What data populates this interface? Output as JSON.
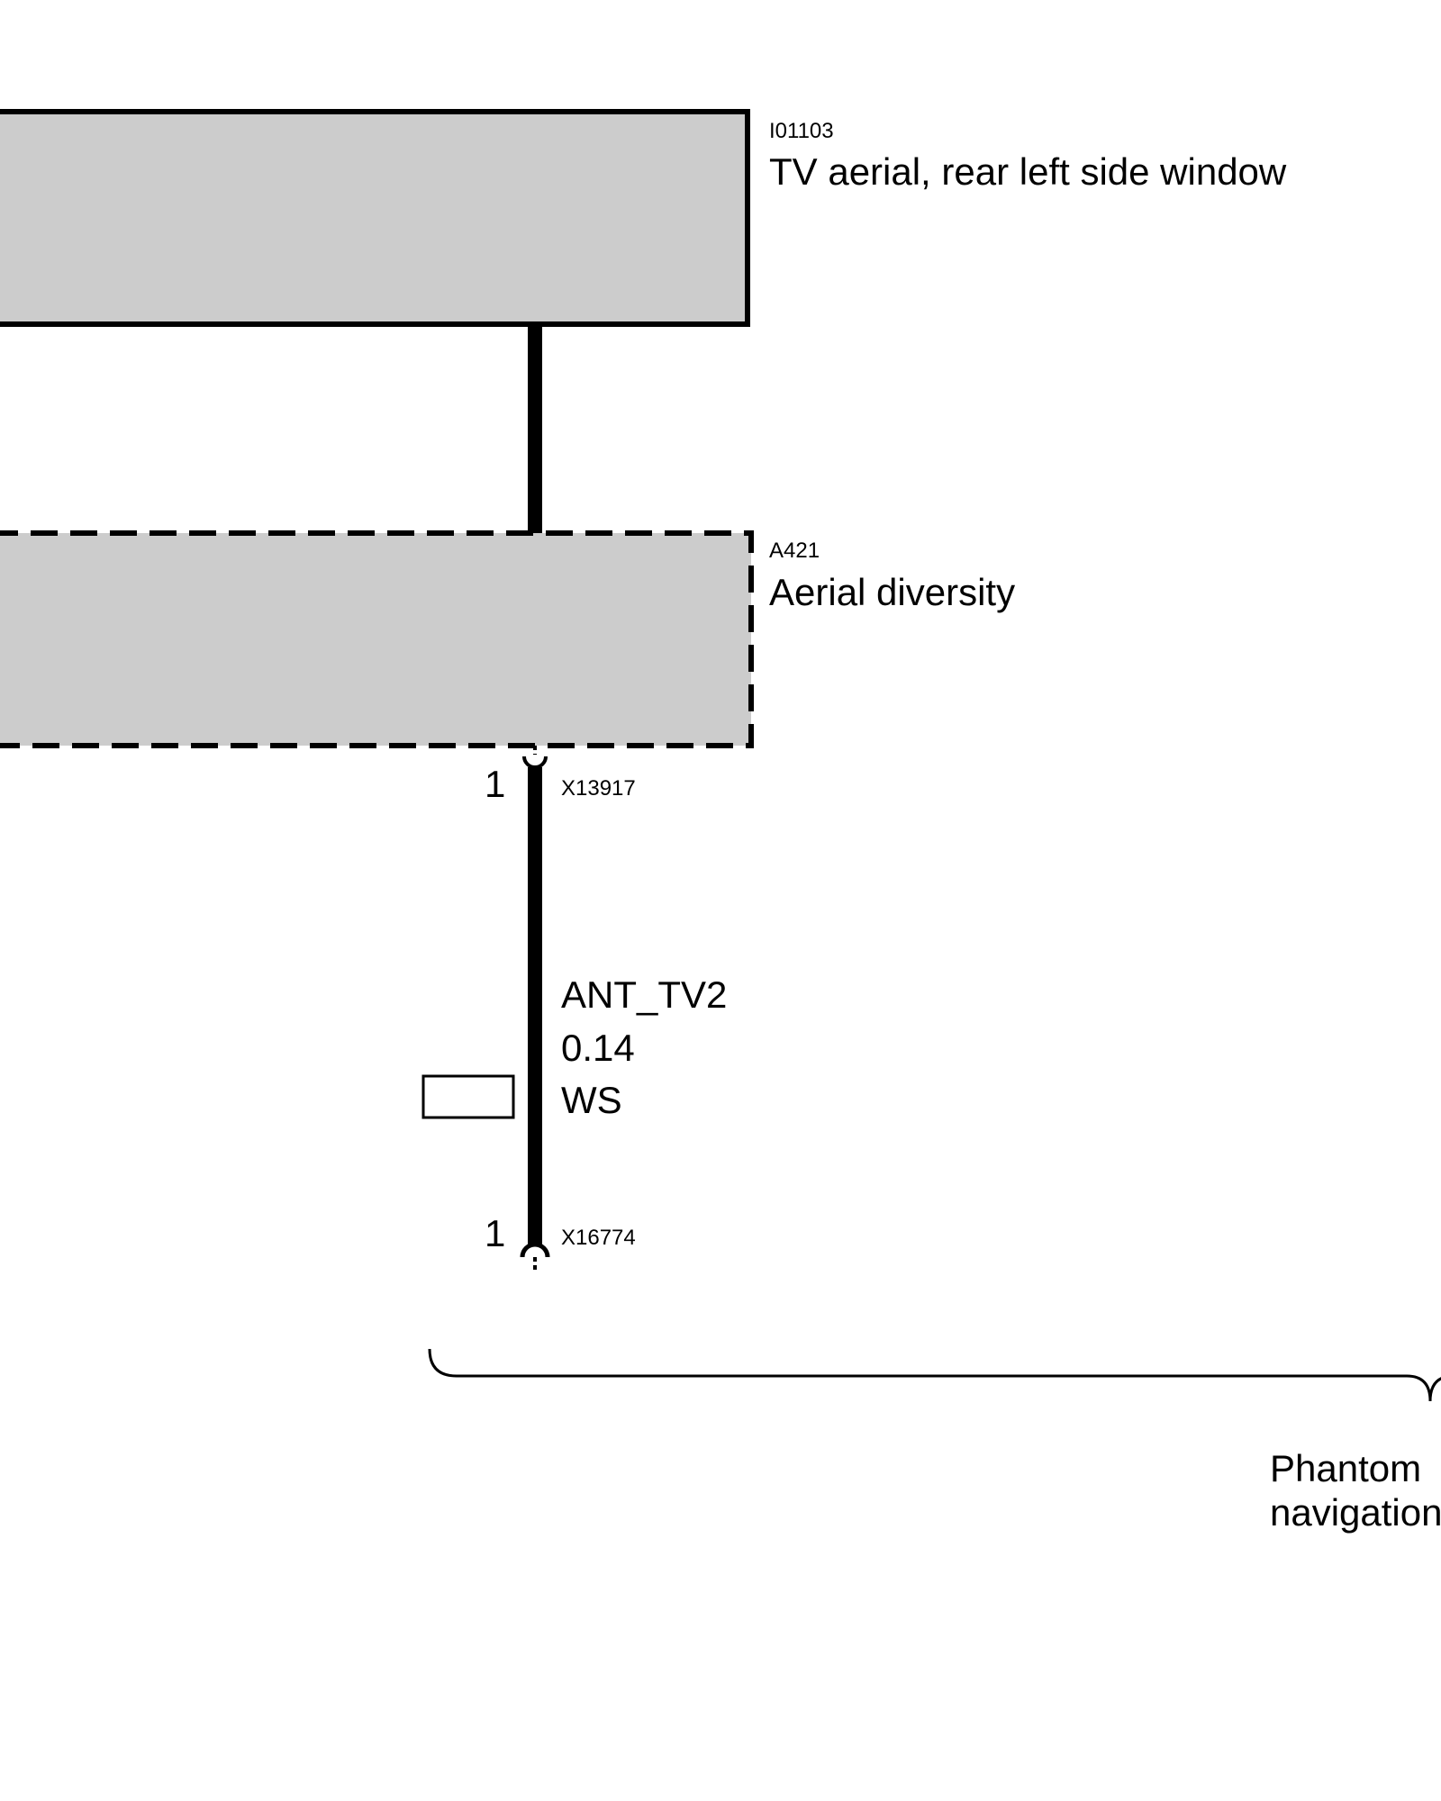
{
  "components": [
    {
      "code": "I01103",
      "name": "TV aerial, rear left side window",
      "fill": "#cccccc",
      "border": "solid"
    },
    {
      "code": "A421",
      "name": "Aerial diversity",
      "fill": "#cccccc",
      "border": "dashed"
    }
  ],
  "connectors": [
    {
      "id": "X13917",
      "pin": "1"
    },
    {
      "id": "X16774",
      "pin": "1"
    }
  ],
  "wire": {
    "signal": "ANT_TV2",
    "cross_section": "0.14",
    "color_code": "WS"
  },
  "brace": {
    "label_line1": "Phantom",
    "label_line2": "navigation"
  }
}
